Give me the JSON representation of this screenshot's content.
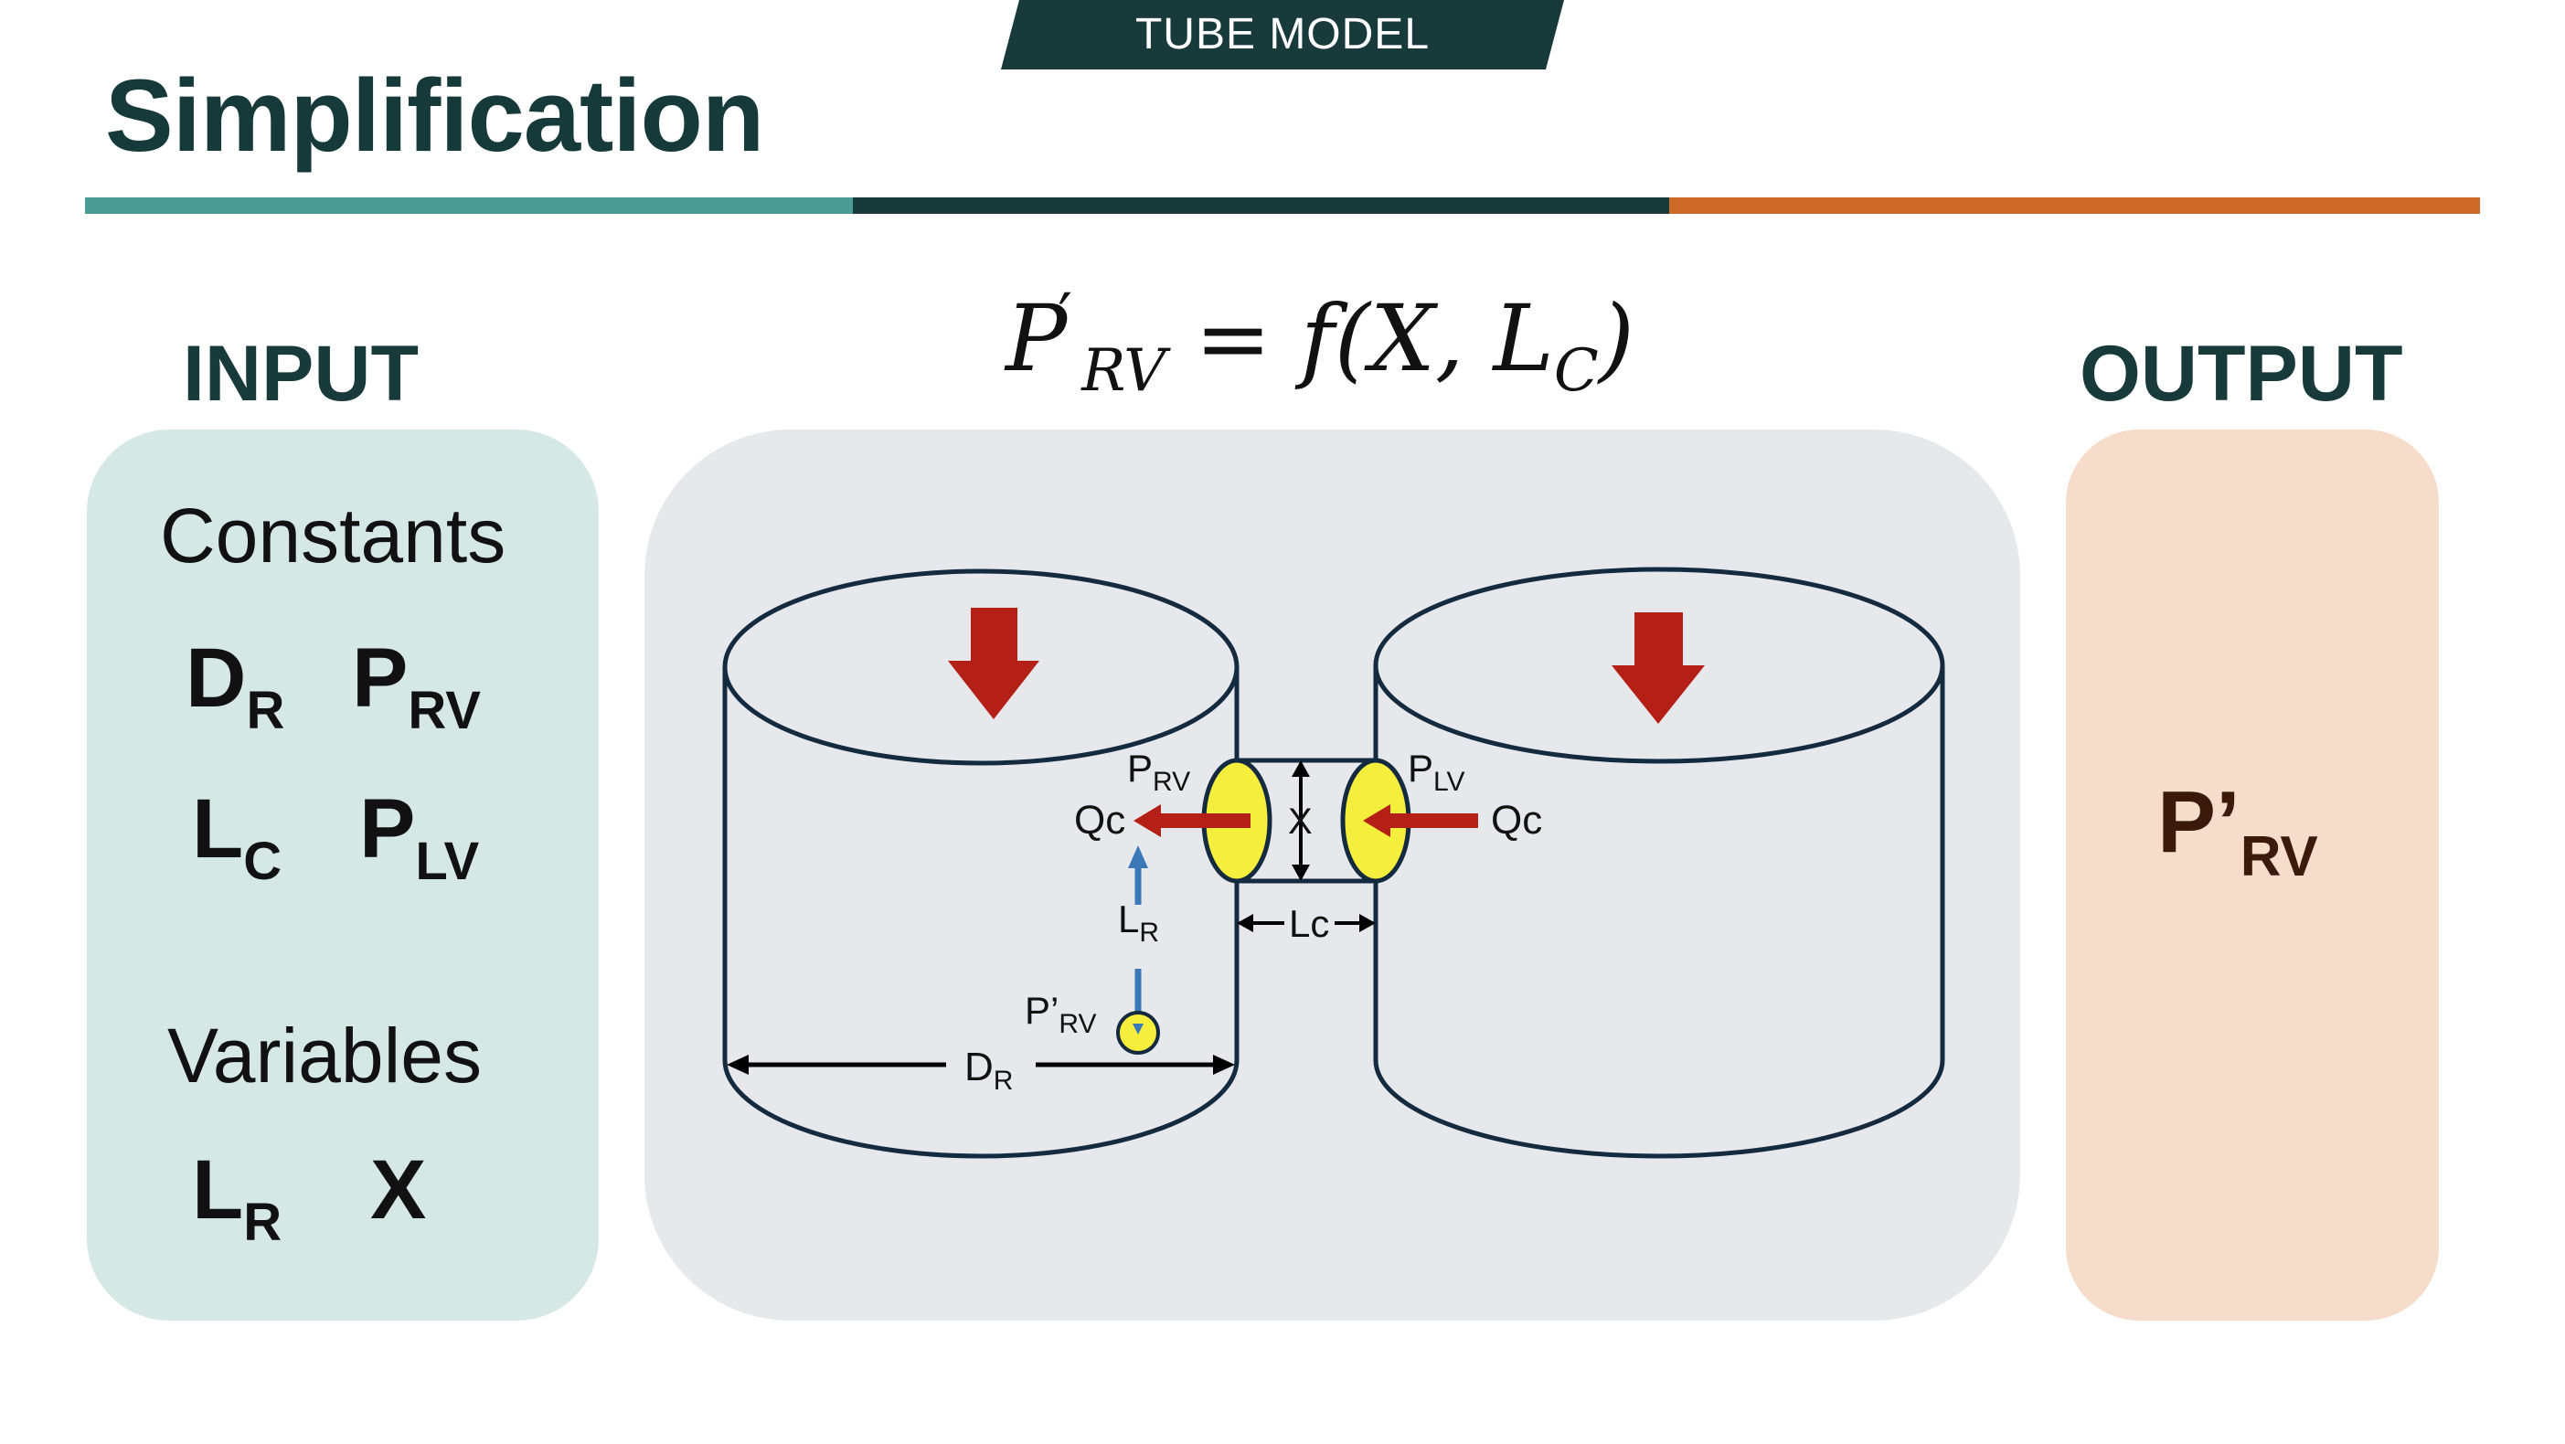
{
  "slide": {
    "tab_label": "TUBE MODEL",
    "title": "Simplification",
    "input_heading": "INPUT",
    "output_heading": "OUTPUT",
    "formula": {
      "lhs": "P",
      "lhs_sub": "RV",
      "prime": "′",
      "rhs": "= f(X, L",
      "rhs_sub": "C",
      "close": ")"
    }
  },
  "input_panel": {
    "constants_label": "Constants",
    "constants": [
      {
        "base": "D",
        "sub": "R"
      },
      {
        "base": "P",
        "sub": "RV"
      },
      {
        "base": "L",
        "sub": "C"
      },
      {
        "base": "P",
        "sub": "LV"
      }
    ],
    "variables_label": "Variables",
    "variables": [
      {
        "base": "L",
        "sub": "R"
      },
      {
        "base": "X",
        "sub": ""
      }
    ]
  },
  "output_panel": {
    "base": "P’",
    "sub": "RV"
  },
  "diagram": {
    "labels": {
      "prv": "P",
      "prv_sub": "RV",
      "plv": "P",
      "plv_sub": "LV",
      "qc_left": "Qc",
      "qc_right": "Qc",
      "x": "X",
      "lr": "L",
      "lr_sub": "R",
      "lc": "Lc",
      "prv_prime": "P’",
      "prv_prime_sub": "RV",
      "dr": "D",
      "dr_sub": "R"
    }
  },
  "colors": {
    "dark_teal": "#183a3a",
    "teal": "#4a9b93",
    "orange": "#cd6a27",
    "arrow_red": "#b52016",
    "yellow": "#f5ee3c",
    "blue_arrow": "#3a78b8"
  }
}
